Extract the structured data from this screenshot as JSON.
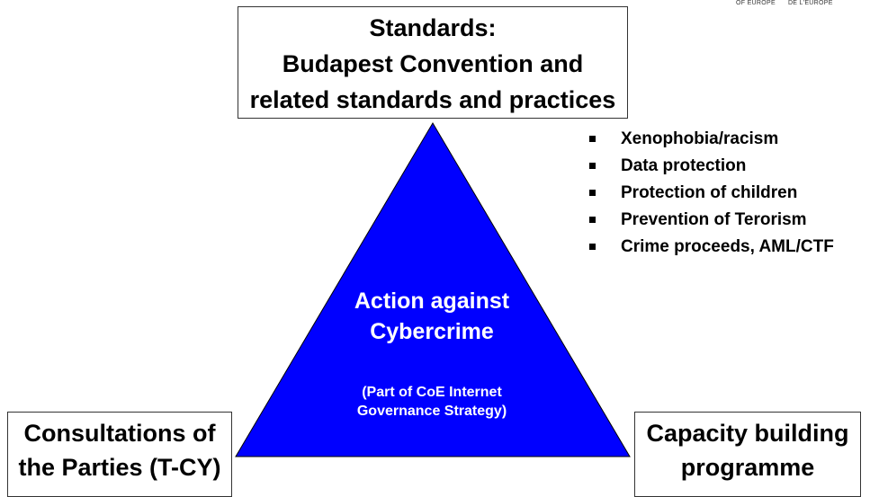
{
  "top_box": {
    "lines": [
      "Standards:",
      "Budapest Convention and",
      "related standards and practices"
    ]
  },
  "left_box": {
    "lines": [
      "Consultations of",
      "the Parties (T-CY)"
    ]
  },
  "right_box": {
    "lines": [
      "Capacity building",
      "programme"
    ]
  },
  "center": {
    "title_lines": [
      "Action against",
      "Cybercrime"
    ],
    "subtitle_lines": [
      "(Part of CoE Internet",
      "Governance Strategy)"
    ]
  },
  "bullets": [
    "Xenophobia/racism",
    "Data protection",
    "Protection of children",
    "Prevention of Terorism",
    "Crime proceeds, AML/CTF"
  ],
  "logo": {
    "left": "OF EUROPE",
    "right": "DE L'EUROPE"
  },
  "colors": {
    "triangle_fill": "#0000ff",
    "triangle_stroke": "#000000"
  }
}
